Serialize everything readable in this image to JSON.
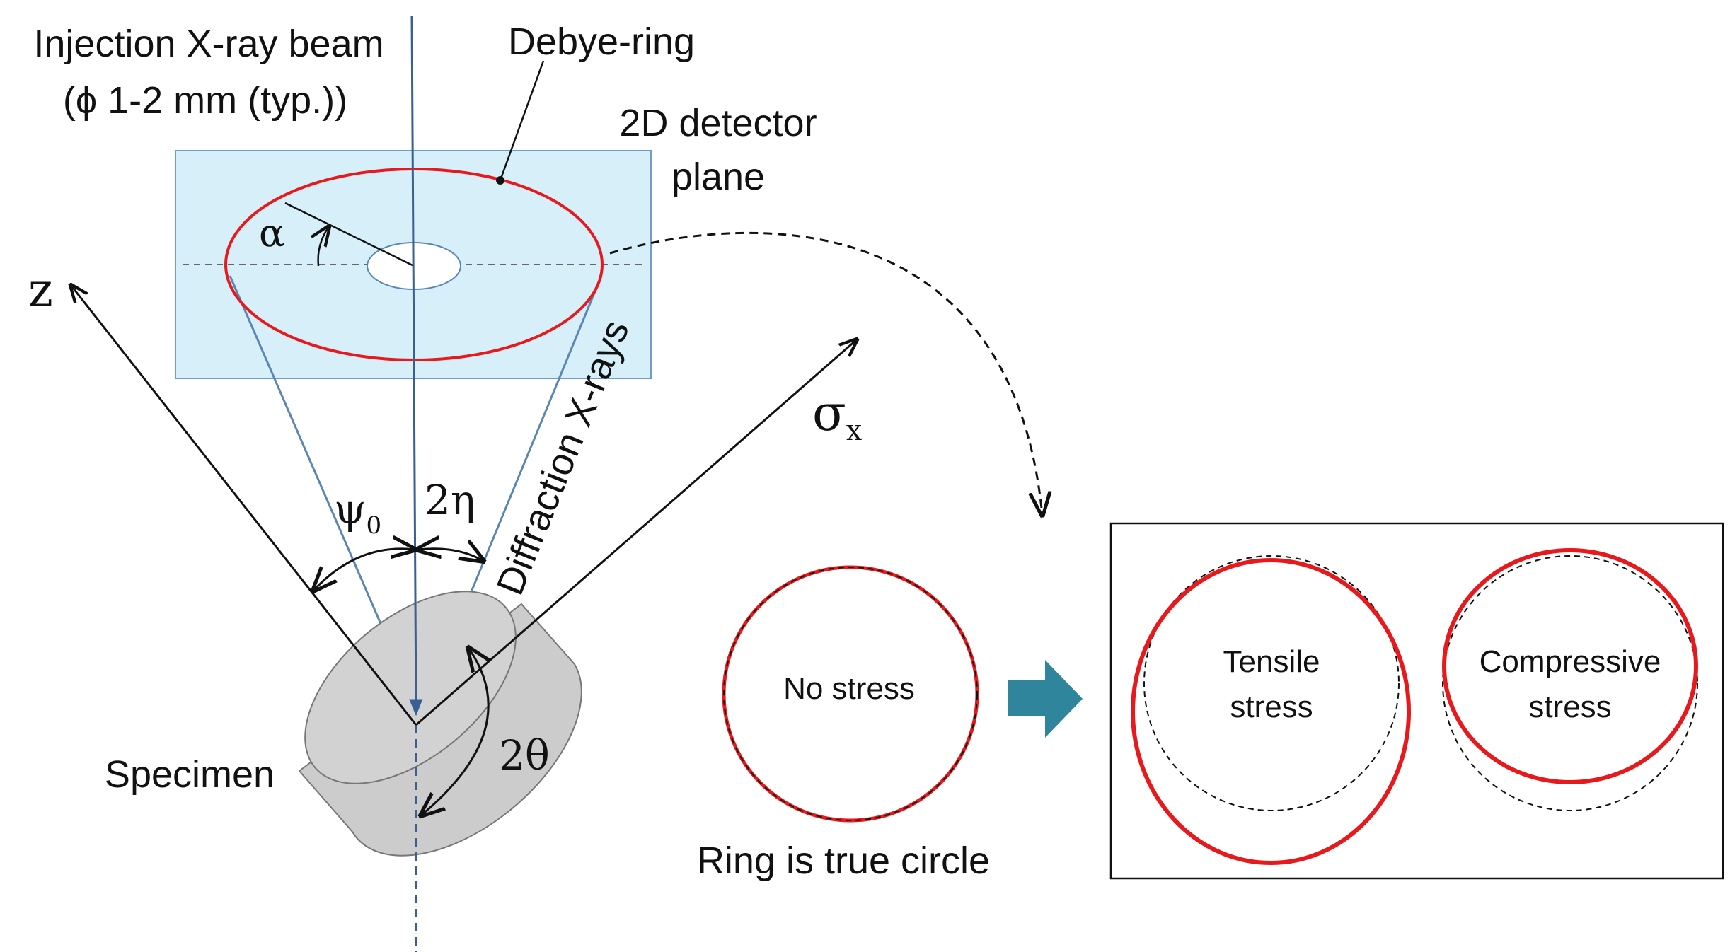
{
  "labels": {
    "beam_line1": "Injection X-ray beam",
    "beam_line2": "(ϕ 1-2 mm (typ.))",
    "debye_ring": "Debye-ring",
    "detector_line1": "2D detector",
    "detector_line2": "plane",
    "diffraction": "Diffraction X-rays",
    "specimen": "Specimen",
    "no_stress": "No stress",
    "true_circle": "Ring is true circle",
    "tensile_line1": "Tensile",
    "tensile_line2": "stress",
    "compressive_line1": "Compressive",
    "compressive_line2": "stress"
  },
  "symbols": {
    "z_axis": "z",
    "alpha": "α",
    "psi": "ψ",
    "psi_sub": "0",
    "two_eta": "2η",
    "two_theta": "2θ",
    "sigma": "σ",
    "sigma_sub": "x"
  },
  "colors": {
    "ring_red": "#e8191c",
    "beam_blue": "#3a5f93",
    "detector_fill": "#d6eff9",
    "detector_stroke": "#6f9cc8",
    "specimen_fill": "#cccccc",
    "arrow_teal": "#2f859b"
  },
  "icons": {
    "transition_arrow": "right-arrow-icon"
  }
}
